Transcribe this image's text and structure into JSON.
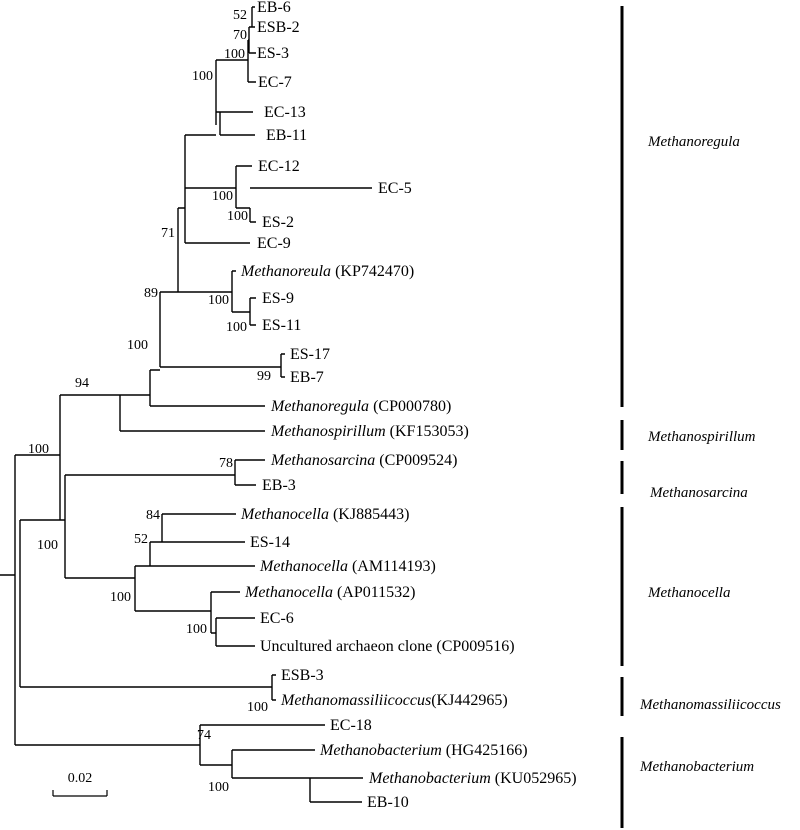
{
  "tree": {
    "leaves": [
      {
        "id": "eb6",
        "label": "EB-6"
      },
      {
        "id": "esb2",
        "label": "ESB-2"
      },
      {
        "id": "es3",
        "label": "ES-3"
      },
      {
        "id": "ec7",
        "label": "EC-7"
      },
      {
        "id": "ec13",
        "label": "EC-13"
      },
      {
        "id": "eb11",
        "label": "EB-11"
      },
      {
        "id": "ec12",
        "label": "EC-12"
      },
      {
        "id": "ec5",
        "label": "EC-5"
      },
      {
        "id": "es2",
        "label": "ES-2"
      },
      {
        "id": "ec9",
        "label": "EC-9"
      },
      {
        "id": "mreula",
        "genus": "Methanoreula",
        "accession": "(KP742470)"
      },
      {
        "id": "es9",
        "label": "ES-9"
      },
      {
        "id": "es11",
        "label": "ES-11"
      },
      {
        "id": "es17",
        "label": "ES-17"
      },
      {
        "id": "eb7",
        "label": "EB-7"
      },
      {
        "id": "mregula",
        "genus": "Methanoregula",
        "accession": "(CP000780)"
      },
      {
        "id": "mspir",
        "genus": "Methanospirillum",
        "accession": "(KF153053)"
      },
      {
        "id": "msarc",
        "genus": "Methanosarcina",
        "accession": "(CP009524)"
      },
      {
        "id": "eb3",
        "label": "EB-3"
      },
      {
        "id": "mcel1",
        "genus": "Methanocella",
        "accession": "(KJ885443)"
      },
      {
        "id": "es14",
        "label": "ES-14"
      },
      {
        "id": "mcel2",
        "genus": "Methanocella",
        "accession": "(AM114193)"
      },
      {
        "id": "mcel3",
        "genus": "Methanocella",
        "accession": "(AP011532)"
      },
      {
        "id": "ec6",
        "label": "EC-6"
      },
      {
        "id": "unc",
        "label": "Uncultured archaeon clone (CP009516)"
      },
      {
        "id": "esb3",
        "label": "ESB-3"
      },
      {
        "id": "mmass",
        "genus": "Methanomassiliicoccus",
        "accession": "(KJ442965)"
      },
      {
        "id": "ec18",
        "label": "EC-18"
      },
      {
        "id": "mbac1",
        "genus": "Methanobacterium",
        "accession": "(HG425166)"
      },
      {
        "id": "mbac2",
        "genus": "Methanobacterium",
        "accession": "(KU052965)"
      },
      {
        "id": "eb10",
        "label": "EB-10"
      }
    ],
    "bootstrap": [
      {
        "id": "b52a",
        "value": "52"
      },
      {
        "id": "b70",
        "value": "70"
      },
      {
        "id": "b100a",
        "value": "100"
      },
      {
        "id": "b100b",
        "value": "100"
      },
      {
        "id": "b100c",
        "value": "100"
      },
      {
        "id": "b100d",
        "value": "100"
      },
      {
        "id": "b71",
        "value": "71"
      },
      {
        "id": "b89",
        "value": "89"
      },
      {
        "id": "b100e",
        "value": "100"
      },
      {
        "id": "b100f",
        "value": "100"
      },
      {
        "id": "b100g",
        "value": "100"
      },
      {
        "id": "b99",
        "value": "99"
      },
      {
        "id": "b94",
        "value": "94"
      },
      {
        "id": "b100h",
        "value": "100"
      },
      {
        "id": "b78",
        "value": "78"
      },
      {
        "id": "b84",
        "value": "84"
      },
      {
        "id": "b52b",
        "value": "52"
      },
      {
        "id": "b100i",
        "value": "100"
      },
      {
        "id": "b100j",
        "value": "100"
      },
      {
        "id": "b100k",
        "value": "100"
      },
      {
        "id": "b100l",
        "value": "100"
      },
      {
        "id": "b74",
        "value": "74"
      },
      {
        "id": "b100m",
        "value": "100"
      }
    ],
    "groups": [
      {
        "id": "g1",
        "label": "Methanoregula"
      },
      {
        "id": "g2",
        "label": "Methanospirillum"
      },
      {
        "id": "g3",
        "label": "Methanosarcina"
      },
      {
        "id": "g4",
        "label": "Methanocella"
      },
      {
        "id": "g5",
        "label": "Methanomassiliicoccus"
      },
      {
        "id": "g6",
        "label": "Methanobacterium"
      }
    ],
    "scale_label": "0.02"
  }
}
